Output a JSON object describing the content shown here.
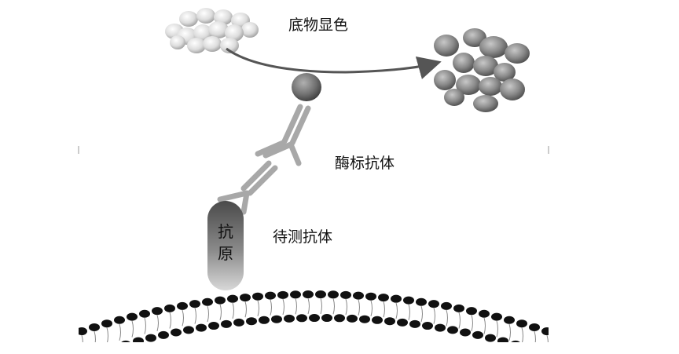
{
  "labels": {
    "substrate": "底物显色",
    "enzyme_antibody": "酶标抗体",
    "test_antibody": "待测抗体",
    "antigen_line1": "抗",
    "antigen_line2": "原"
  },
  "colors": {
    "substrate_light": "#d9d9d9",
    "product_dark": "#8a8a8a",
    "enzyme": "#7a7a7a",
    "antibody": "#bdbdbd",
    "antigen": "#6e6e6e",
    "lipid_head": "#111111"
  }
}
